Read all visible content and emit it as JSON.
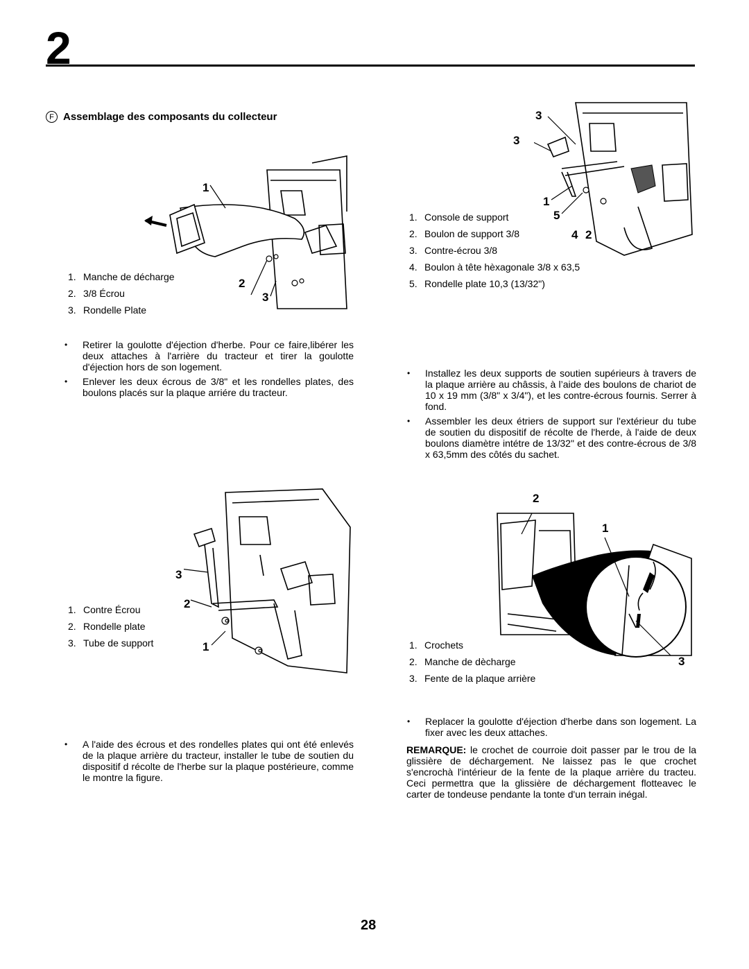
{
  "header": {
    "chapter_number": "2",
    "page_number": "28"
  },
  "section": {
    "letter": "F",
    "title": "Assemblage des composants du collecteur"
  },
  "figure1": {
    "callouts": [
      "1",
      "2",
      "3"
    ],
    "legend": [
      {
        "num": "1.",
        "text": "Manche de décharge"
      },
      {
        "num": "2.",
        "text": "3/8 Écrou"
      },
      {
        "num": "3.",
        "text": "Rondelle  Plate"
      }
    ]
  },
  "figure2": {
    "callouts": [
      "3",
      "3",
      "1",
      "5",
      "4",
      "2"
    ],
    "legend": [
      {
        "num": "1.",
        "text": "Console de support"
      },
      {
        "num": "2.",
        "text": "Boulon de support 3/8"
      },
      {
        "num": "3.",
        "text": "Contre-écrou  3/8"
      },
      {
        "num": "4.",
        "text": "Boulon à tête hèxagonale 3/8 x 63,5"
      },
      {
        "num": "5.",
        "text": "Rondelle plate 10,3 (13/32\")"
      }
    ]
  },
  "instructions_left_1": [
    "Retirer la goulotte d'éjection d'herbe. Pour ce faire,libérer les deux attaches à l'arrière du tracteur et tirer la goulotte d'éjection hors de son logement.",
    "Enlever les deux écrous de 3/8\" et les rondelles plates, des boulons placés sur la plaque arriére du tracteur."
  ],
  "instructions_right_1": [
    "Installez les deux supports de soutien supérieurs à travers de la plaque arrière au châssis, à l’aide des boulons de chariot de 10 x 19 mm (3/8\" x 3/4\"), et les contre-écrous fournis. Serrer à fond.",
    "Assembler les deux étriers de support sur l'extérieur du tube de soutien du dispositif de récolte de l'herde, à l'aide de deux boulons diamètre intétre de 13/32\" et des contre-écrous de 3/8 x 63,5mm des côtés du sachet."
  ],
  "figure3": {
    "callouts": [
      "3",
      "2",
      "1"
    ],
    "legend": [
      {
        "num": "1.",
        "text": "Contre  Écrou"
      },
      {
        "num": "2.",
        "text": "Rondelle  plate"
      },
      {
        "num": "3.",
        "text": "Tube de support"
      }
    ]
  },
  "figure4": {
    "callouts": [
      "2",
      "1",
      "3"
    ],
    "legend": [
      {
        "num": "1.",
        "text": "Crochets"
      },
      {
        "num": "2.",
        "text": "Manche  de  dècharge"
      },
      {
        "num": "3.",
        "text": "Fente de la plaque arrière"
      }
    ]
  },
  "instructions_left_2": [
    "A l'aide des écrous et des rondelles plates qui ont été enlevés de la plaque arrière du tracteur, installer le tube de soutien du dispositif d récolte de l'herbe sur la plaque postérieure, comme le montre la figure."
  ],
  "instructions_right_2": [
    "Replacer la goulotte d'éjection d'herbe dans son logement. La fixer avec les deux attaches."
  ],
  "note": {
    "label": "REMARQUE:",
    "text": " le crochet de courroie doit passer par le trou de la glissière de déchargement. Ne laissez pas le que crochet s'encrochà l'intérieur de la fente de la plaque arrière du tracteu. Ceci permettra que la glissière de déchargement flotteavec le carter de tondeuse pendante la tonte d'un terrain inégal."
  }
}
